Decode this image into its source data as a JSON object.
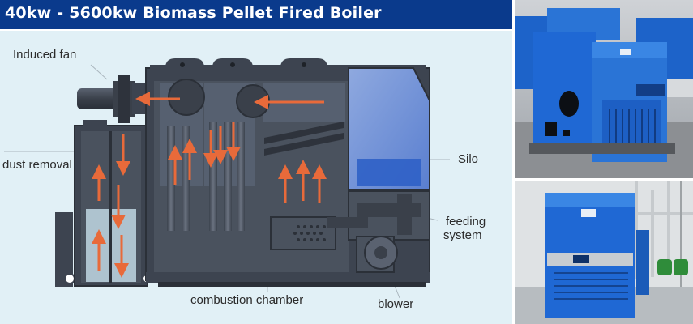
{
  "header": {
    "title": "40kw - 5600kw Biomass Pellet Fired Boiler"
  },
  "diagram": {
    "labels": {
      "induced_fan": "Induced fan",
      "dust_removal": "dust removal",
      "silo": "Silo",
      "feeding_system_line1": "feeding",
      "feeding_system_line2": "system",
      "combustion_chamber": "combustion chamber",
      "blower": "blower"
    },
    "colors": {
      "background": "#e1f0f6",
      "title_bar": "#0a3a8c",
      "boiler_body": "#3d4450",
      "flue_arrow": "#e86a3a",
      "silo_blue": "#2f61c6"
    }
  },
  "photos": {
    "top": {
      "subject": "blue boiler units in factory"
    },
    "bottom": {
      "subject": "installed blue boiler with piping"
    }
  }
}
